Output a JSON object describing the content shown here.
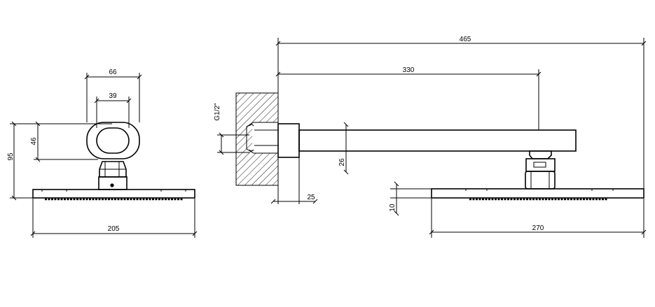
{
  "dimensions": {
    "overall_length": "465",
    "arm_length": "330",
    "body_width": "66",
    "bore_width": "39",
    "height": "95",
    "body_height": "46",
    "plate_width_front": "205",
    "thread": "G1/2\"",
    "arm_height": "26",
    "flange_depth": "25",
    "plate_thickness": "10",
    "plate_width_side": "270"
  },
  "colors": {
    "line": "#000000",
    "background": "#ffffff"
  }
}
